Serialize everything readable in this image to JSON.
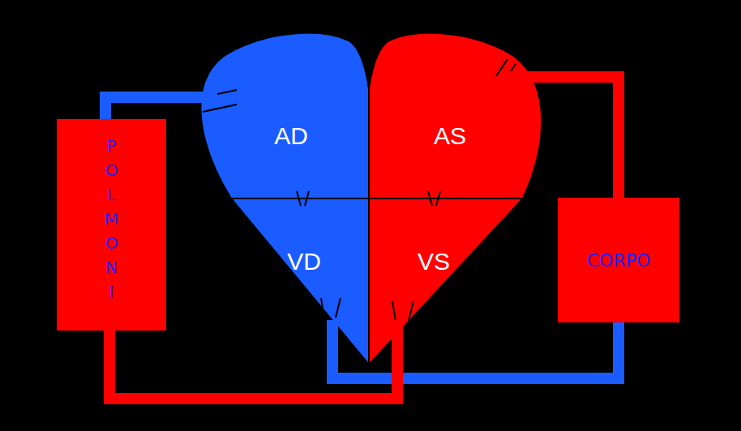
{
  "diagram": {
    "nodes": [
      {
        "text": [
          "AD"
        ]
      },
      {
        "text": [
          "AS"
        ]
      },
      {
        "text": [
          "POLMONI"
        ]
      },
      {
        "text": [
          "VD"
        ]
      },
      {
        "text": [
          "VS"
        ]
      },
      {
        "text": [
          "CORPO"
        ]
      }
    ],
    "edges": [
      {
        "from": 2,
        "to": 0,
        "arrow": "none"
      },
      {
        "from": 1,
        "to": 5,
        "arrow": "none"
      },
      {
        "from": 5,
        "to": 3,
        "arrow": "none"
      },
      {
        "from": 4,
        "to": 2,
        "arrow": "none"
      }
    ]
  }
}
